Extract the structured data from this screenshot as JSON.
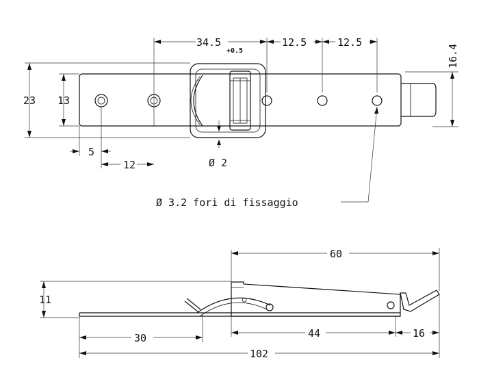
{
  "top_view": {
    "dim_34_5": "34.5",
    "tol_0_5": "+0.5",
    "dim_12_5_a": "12.5",
    "dim_12_5_b": "12.5",
    "dim_16_4": "16.4",
    "dim_23": "23",
    "dim_13": "13",
    "dim_5": "5",
    "dim_12": "12",
    "dim_dia_2": "Ø 2",
    "hole_note": "Ø 3.2 fori di fissaggio"
  },
  "side_view": {
    "dim_60": "60",
    "dim_11": "11",
    "dim_30": "30",
    "dim_44": "44",
    "dim_16": "16",
    "dim_102": "102"
  }
}
